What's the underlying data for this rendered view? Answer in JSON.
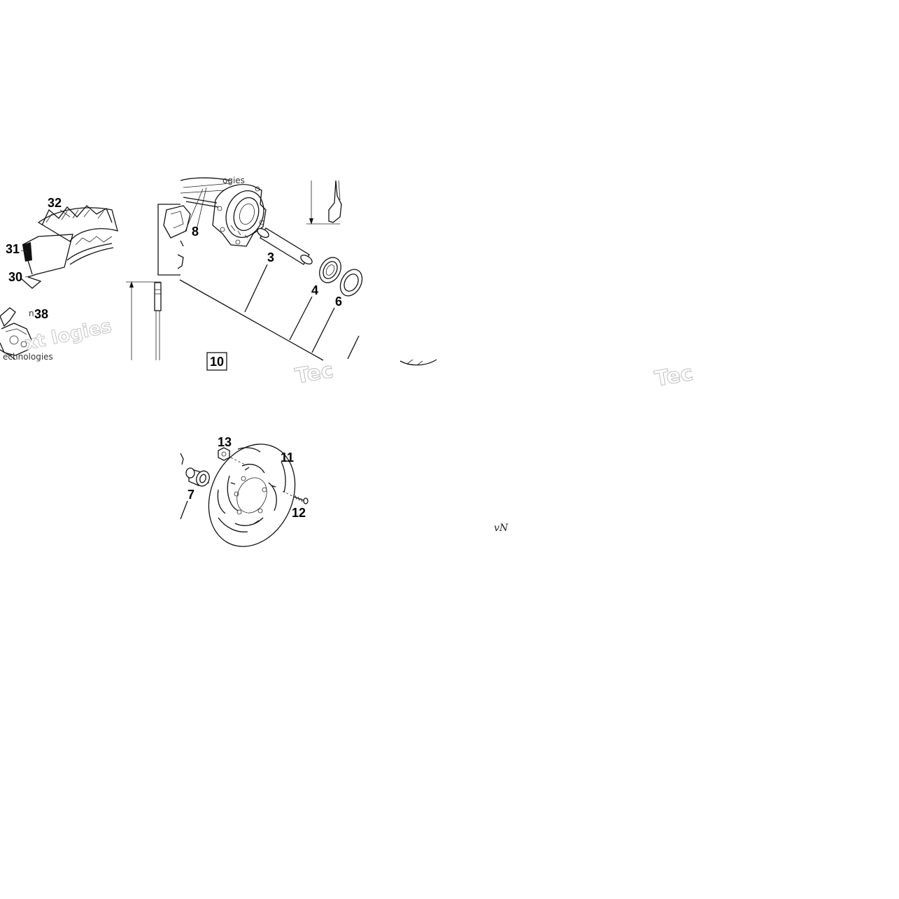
{
  "diagram": {
    "callouts": {
      "c32": "32",
      "c31": "31",
      "c30": "30",
      "c38": "38",
      "c8": "8",
      "c3": "3",
      "c4": "4",
      "c6": "6",
      "c10": "10",
      "c13": "13",
      "c11": "11",
      "c7": "7",
      "c12": "12"
    },
    "watermarks": {
      "left_big": "xt logies",
      "left_small": "echnologies",
      "center": "Tec",
      "right": "Tec",
      "top": "ogies",
      "stray_glyph": "vN",
      "tiny_mark": "n"
    }
  }
}
